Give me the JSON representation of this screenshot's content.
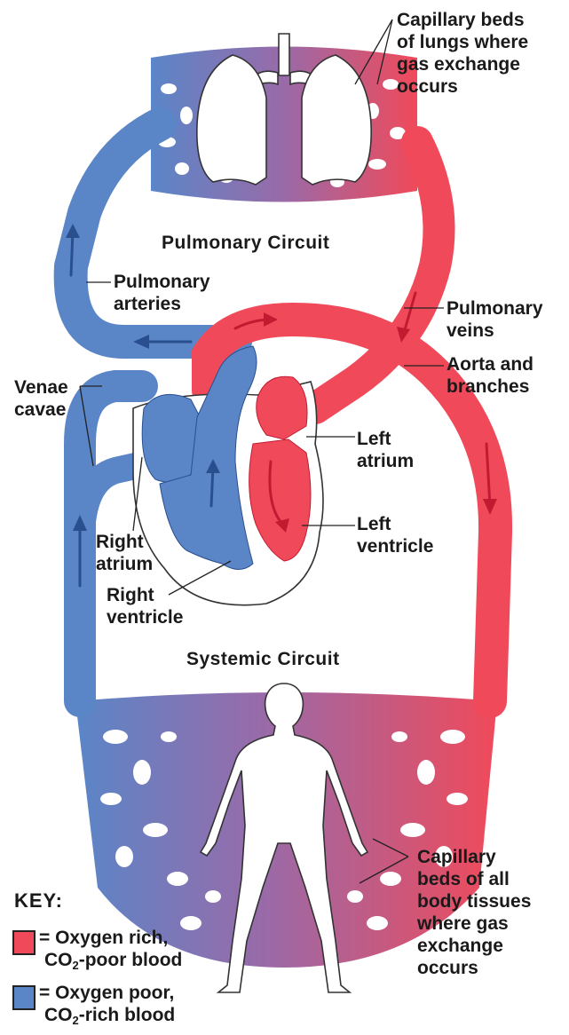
{
  "colors": {
    "oxygen_rich": "#f04a5a",
    "oxygen_poor": "#5a86c8",
    "mixed": "#9a6aa8",
    "arrow_red": "#c21a30",
    "arrow_blue": "#2a4f8e"
  },
  "circuits": {
    "pulmonary": "Pulmonary Circuit",
    "systemic": "Systemic Circuit"
  },
  "labels": {
    "capillary_lungs": [
      "Capillary beds",
      "of lungs where",
      "gas exchange",
      "occurs"
    ],
    "pulmonary_arteries": [
      "Pulmonary",
      "arteries"
    ],
    "pulmonary_veins": [
      "Pulmonary",
      "veins"
    ],
    "aorta": [
      "Aorta and",
      "branches"
    ],
    "venae_cavae": [
      "Venae",
      "cavae"
    ],
    "left_atrium": [
      "Left",
      "atrium"
    ],
    "left_ventricle": [
      "Left",
      "ventricle"
    ],
    "right_atrium": [
      "Right",
      "atrium"
    ],
    "right_ventricle": [
      "Right",
      "ventricle"
    ],
    "capillary_body": [
      "Capillary",
      "beds of all",
      "body tissues",
      "where gas",
      "exchange",
      "occurs"
    ]
  },
  "key": {
    "title": "KEY:",
    "rich": {
      "line1": "= Oxygen rich,",
      "line2_pre": "CO",
      "line2_sub": "2",
      "line2_post": "-poor blood"
    },
    "poor": {
      "line1": "= Oxygen poor,",
      "line2_pre": "CO",
      "line2_sub": "2",
      "line2_post": "-rich blood"
    }
  }
}
